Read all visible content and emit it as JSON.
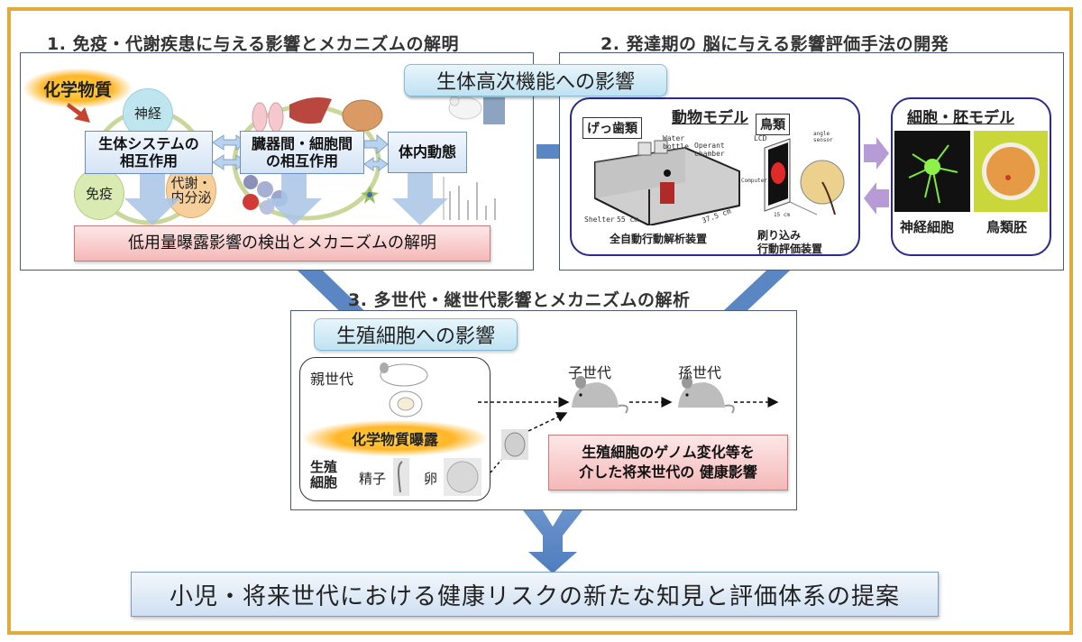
{
  "colors": {
    "frame_border": "#e2a93b",
    "connector_blue": "#5b86c4",
    "pill_bg": "#cfe9f5",
    "red_box_bg": "#f7c9c9",
    "model_border": "#2b2a8f",
    "exchange_arrow": "#b79bd6"
  },
  "section1": {
    "title": "1. 免疫・代謝疾患に与える影響とメカニズムの解明",
    "chemical": "化学物質",
    "circles": {
      "nerve": "神経",
      "immune": "免疫",
      "metabolic": "代謝・\n内分泌"
    },
    "boxes": {
      "system": "生体システムの\n相互作用",
      "organ": "臓器間・細胞間\nの相互作用",
      "kinetics": "体内動態"
    },
    "result": "低用量曝露影響の検出とメカニズムの解明",
    "icons": [
      "chemical-burst-icon",
      "lung-icon",
      "liver-icon",
      "brain-icon",
      "mouse-icon",
      "tissue-image-icon",
      "cells-icon",
      "bar-chart-icon"
    ]
  },
  "center_pill": "生体高次機能への影響",
  "section2": {
    "title": "2. 発達期の 脳に与える影響評価手法の開発",
    "animal_model": {
      "title": "動物モデル",
      "rodent_tag": "げっ歯類",
      "bird_tag": "鳥類",
      "rodent_labels": {
        "water_bottle": "Water\nbottle",
        "operant": "Operant\nchamber",
        "shelter": "Shelter",
        "dim1": "55 cm",
        "dim2": "37.5 cm"
      },
      "bird_labels": {
        "lcd": "LCD",
        "angle": "angle\nsensor",
        "computer": "Computer",
        "dim": "15 cm"
      },
      "rodent_caption": "全自動行動解析装置",
      "bird_caption": "刷り込み\n行動評価装置"
    },
    "cell_model": {
      "title": "細胞・胚モデル",
      "neuron": "神経細胞",
      "embryo": "鳥類胚"
    }
  },
  "section3": {
    "title": "3. 多世代・継世代影響とメカニズムの解析",
    "pill": "生殖細胞への影響",
    "parent": "親世代",
    "exposure": "化学物質曝露",
    "germ_cells": "生殖\n細胞",
    "sperm": "精子",
    "egg": "卵",
    "child": "子世代",
    "grandchild": "孫世代",
    "result": "生殖細胞のゲノム変化等を\n介した将来世代の 健康影響"
  },
  "final": "小児・将来世代における健康リスクの新たな知見と評価体系の提案"
}
